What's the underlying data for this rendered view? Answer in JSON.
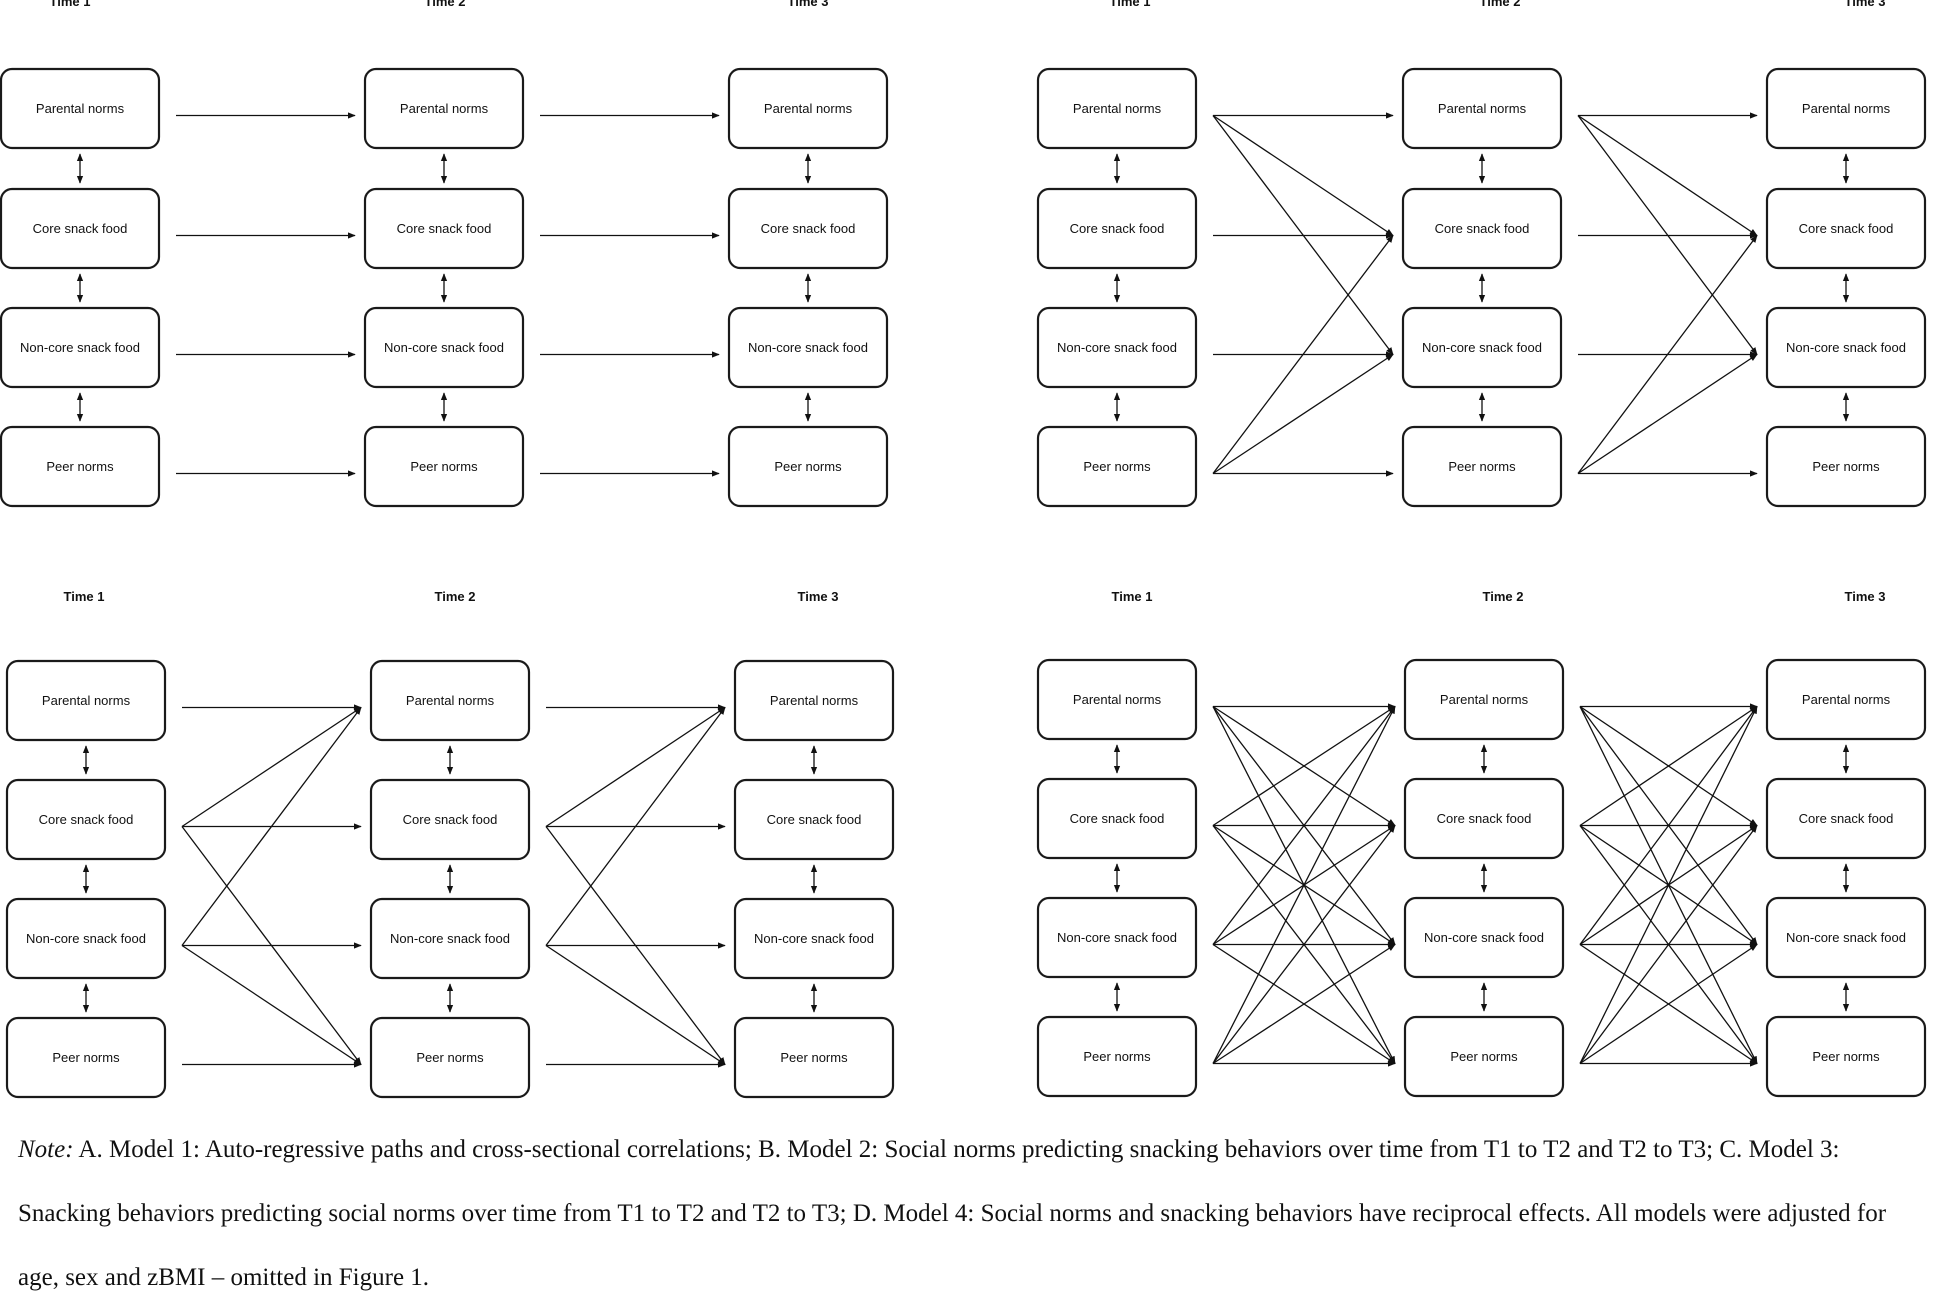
{
  "time_labels": [
    "Time 1",
    "Time 2",
    "Time 3"
  ],
  "variables": [
    "Parental norms",
    "Core snack food",
    "Non-core snack food",
    "Peer norms"
  ],
  "panels": [
    {
      "id": "A",
      "model": "Auto-regressive paths and cross-sectional correlations",
      "cross_lagged": "none"
    },
    {
      "id": "B",
      "model": "Social norms predicting snacking behaviors",
      "cross_lagged": "norms_to_behaviors"
    },
    {
      "id": "C",
      "model": "Snacking behaviors predicting social norms",
      "cross_lagged": "behaviors_to_norms"
    },
    {
      "id": "D",
      "model": "Reciprocal effects",
      "cross_lagged": "all"
    }
  ],
  "note": {
    "label": "Note:",
    "text": "A. Model 1: Auto-regressive paths and cross-sectional correlations; B. Model 2: Social norms predicting snacking behaviors over time from T1 to T2 and T2 to T3; C. Model 3: Snacking behaviors predicting social norms over time from T1 to T2 and T2 to T3; D. Model 4: Social norms and snacking behaviors have reciprocal effects. All models were adjusted for age, sex and zBMI – omitted in Figure 1."
  }
}
